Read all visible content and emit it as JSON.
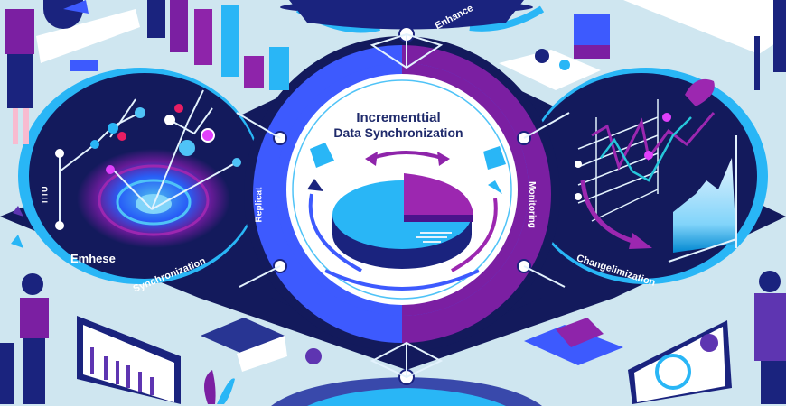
{
  "illustration": {
    "title_line1": "Incrementtial",
    "title_line2": "Data Synchronization",
    "labels": {
      "top": "Enhance",
      "left_main": "Emhese",
      "left_curve": "Synchronization",
      "right_curve": "Changelimization",
      "ring_left": "Replicat",
      "ring_right": "Monitoring",
      "far_left": "TITU"
    }
  },
  "colors": {
    "background": "#cfe6f0",
    "navy": "#131a5c",
    "purple": "#7b1fa2",
    "blue": "#3b5bdb",
    "cyan": "#29b6f6",
    "white": "#ffffff"
  }
}
